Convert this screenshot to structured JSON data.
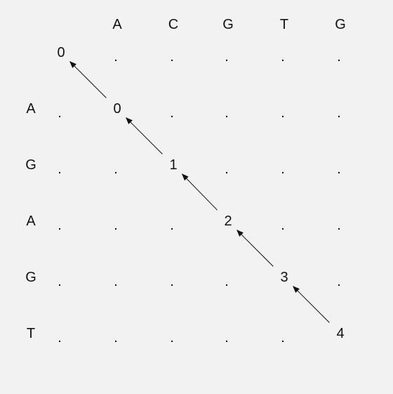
{
  "diagram": {
    "top_sequence": [
      "A",
      "C",
      "G",
      "T",
      "G"
    ],
    "left_sequence": [
      "A",
      "G",
      "A",
      "G",
      "T"
    ],
    "matrix": [
      [
        "0",
        ".",
        ".",
        ".",
        ".",
        "."
      ],
      [
        ".",
        "0",
        ".",
        ".",
        ".",
        "."
      ],
      [
        ".",
        ".",
        "1",
        ".",
        ".",
        "."
      ],
      [
        ".",
        ".",
        ".",
        "2",
        ".",
        "."
      ],
      [
        ".",
        ".",
        ".",
        ".",
        "3",
        "."
      ],
      [
        ".",
        ".",
        ".",
        ".",
        ".",
        "4"
      ]
    ],
    "traceback": [
      [
        5,
        5
      ],
      [
        4,
        4
      ],
      [
        3,
        3
      ],
      [
        2,
        2
      ],
      [
        1,
        1
      ],
      [
        0,
        0
      ]
    ],
    "colors": {
      "background": "#f2f2f2",
      "text": "#111111",
      "arrow": "#111111"
    }
  }
}
